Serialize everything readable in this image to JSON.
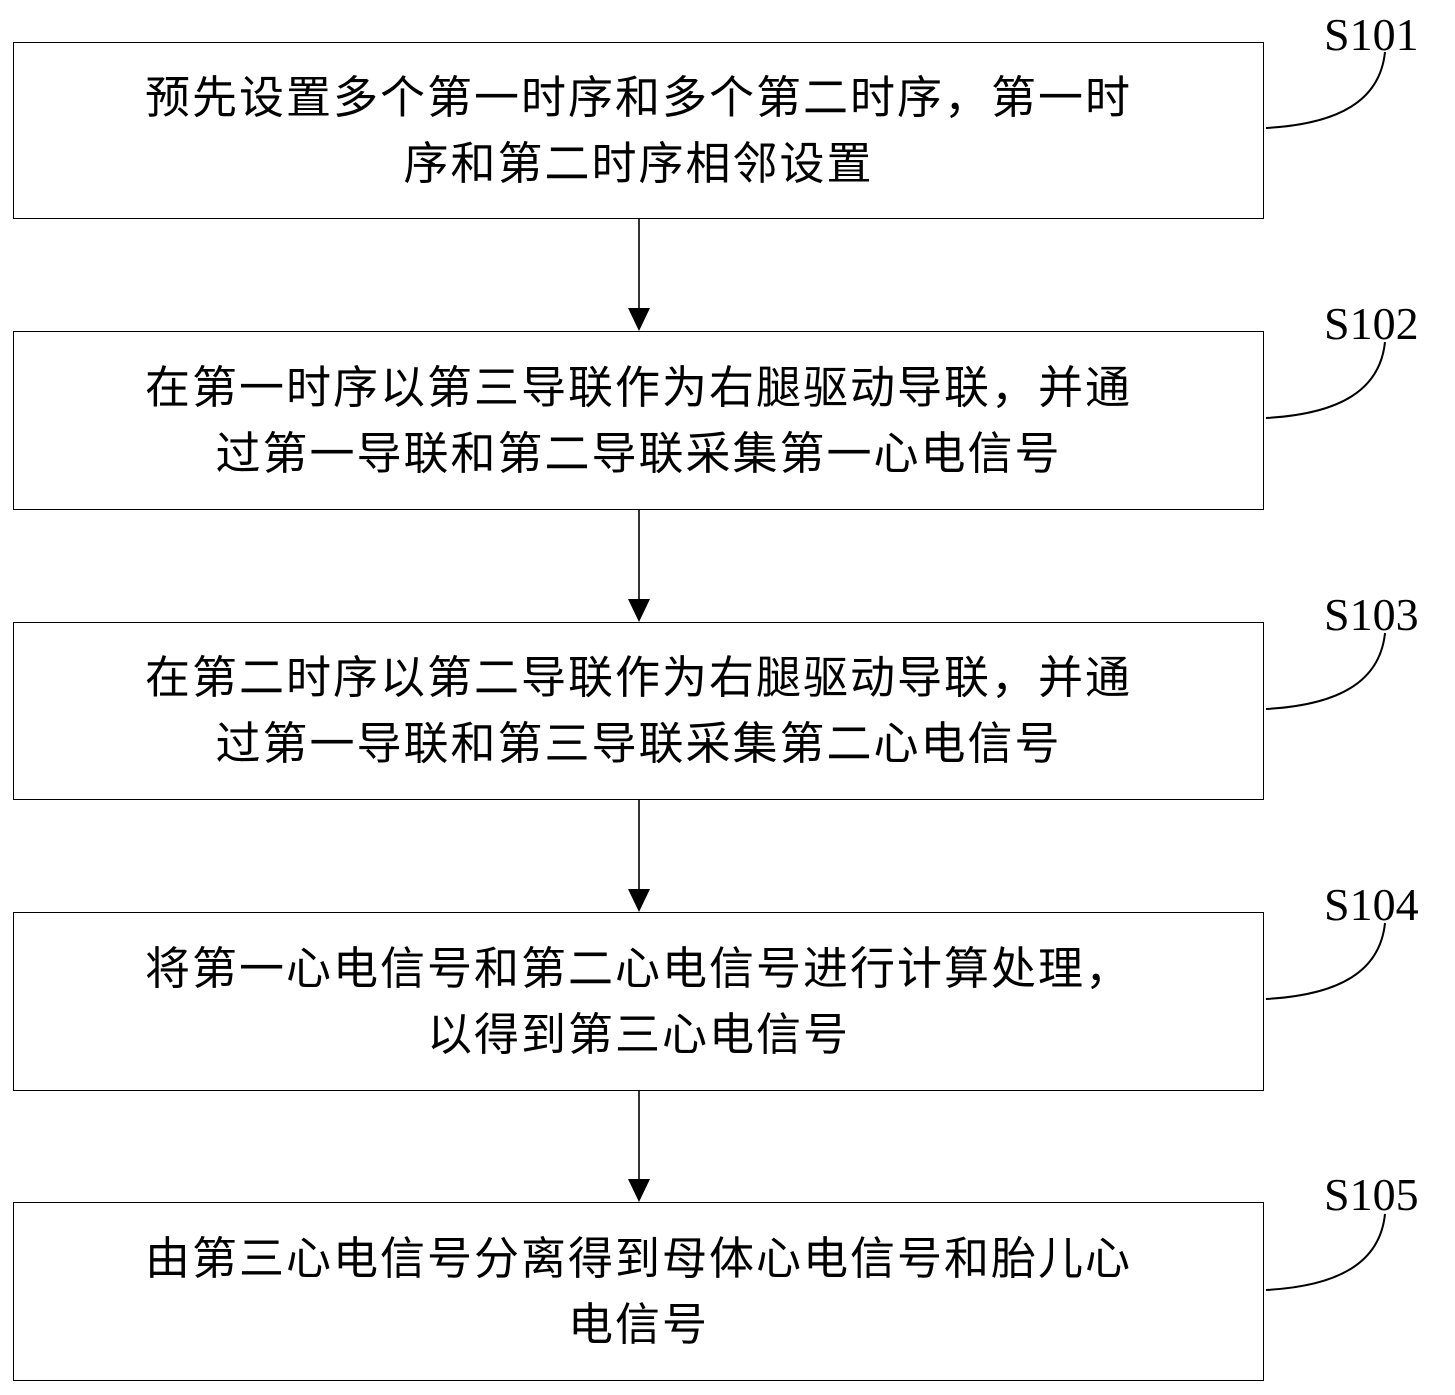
{
  "diagram": {
    "type": "flowchart",
    "direction": "top-to-bottom",
    "steps": [
      {
        "id": "S101",
        "label": "S101",
        "text": "预先设置多个第一时序和多个第二时序，第一时\n序和第二时序相邻设置"
      },
      {
        "id": "S102",
        "label": "S102",
        "text": "在第一时序以第三导联作为右腿驱动导联，并通\n过第一导联和第二导联采集第一心电信号"
      },
      {
        "id": "S103",
        "label": "S103",
        "text": "在第二时序以第二导联作为右腿驱动导联，并通\n过第一导联和第三导联采集第二心电信号"
      },
      {
        "id": "S104",
        "label": "S104",
        "text": "将第一心电信号和第二心电信号进行计算处理，\n以得到第三心电信号"
      },
      {
        "id": "S105",
        "label": "S105",
        "text": "由第三心电信号分离得到母体心电信号和胎儿心\n电信号"
      }
    ],
    "edges": [
      {
        "from": "S101",
        "to": "S102"
      },
      {
        "from": "S102",
        "to": "S103"
      },
      {
        "from": "S103",
        "to": "S104"
      },
      {
        "from": "S104",
        "to": "S105"
      }
    ],
    "colors": {
      "stroke": "#000000",
      "background": "#ffffff"
    }
  }
}
